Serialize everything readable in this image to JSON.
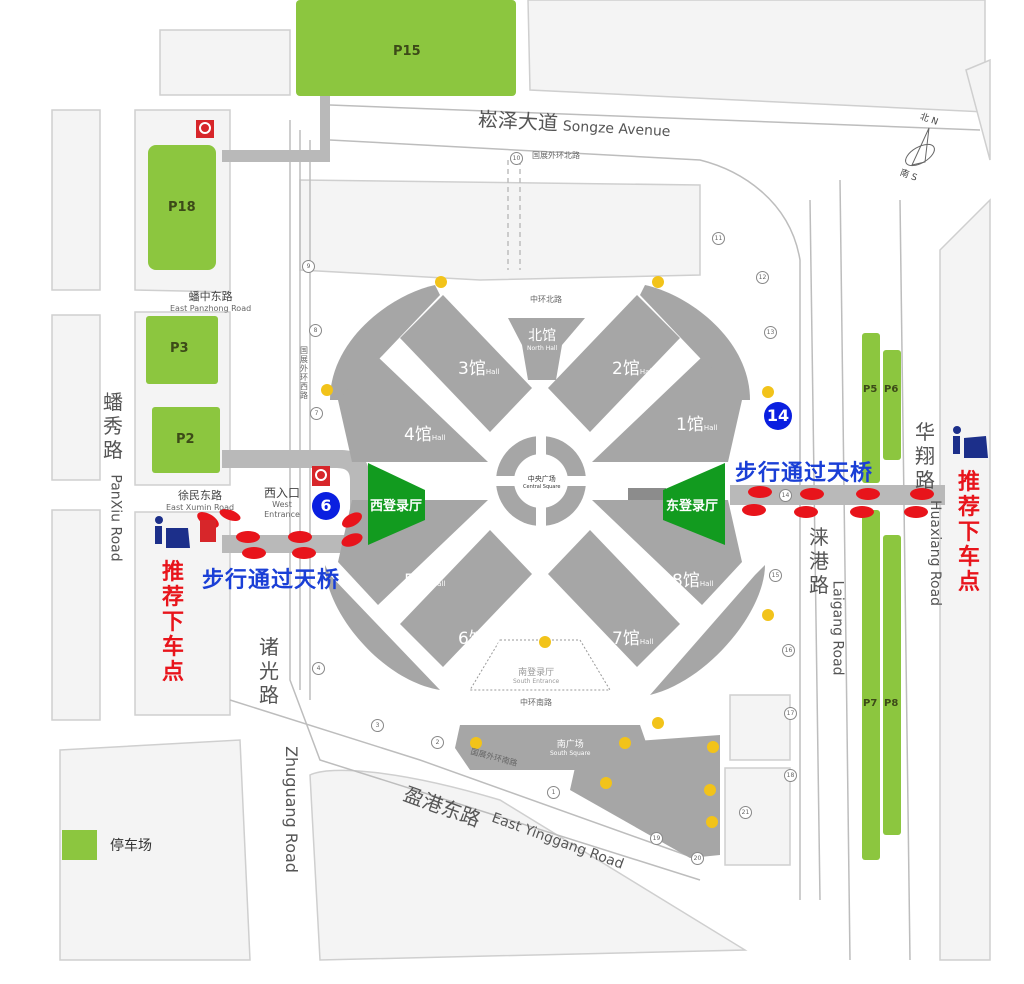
{
  "parking": {
    "p15": "P15",
    "p18": "P18",
    "p3": "P3",
    "p2": "P2",
    "p5": "P5",
    "p6": "P6",
    "p7": "P7",
    "p8": "P8"
  },
  "roads": {
    "songze_cn": "崧泽大道",
    "songze_en": "Songze Avenue",
    "panxiu_cn": "蟠秀路",
    "panxiu_en": "PanXiu Road",
    "zhuguang_cn": "诸光路",
    "zhuguang_en": "Zhuguang Road",
    "laigang_cn": "涞港路",
    "laigang_en": "Laigang Road",
    "huaxiang_cn": "华翔路",
    "huaxiang_en": "Huaxiang Road",
    "yinggang_cn": "盈港东路",
    "yinggang_en": "East Yinggang Road",
    "panzhong_cn": "蟠中东路",
    "panzhong_en": "East Panzhong Road",
    "xumin_cn": "徐民东路",
    "xumin_en": "East Xumin Road",
    "outer_north": "国展外环北路",
    "outer_south": "国展外环南路",
    "outer_west": "国展外环西路",
    "middle_north": "中环北路",
    "middle_south": "中环南路"
  },
  "halls": {
    "h1": "1馆",
    "h2": "2馆",
    "h3": "3馆",
    "h4": "4馆",
    "h5": "5馆",
    "h6": "6馆",
    "h7": "7馆",
    "h8": "8馆",
    "hall_en": "Hall",
    "north_cn": "北馆",
    "north_en": "North Hall",
    "central_cn": "中央广场",
    "central_en": "Central Square",
    "south_entrance_cn": "南登录厅",
    "south_entrance_en": "South Entrance",
    "south_square_cn": "南广场",
    "south_square_en": "South Square"
  },
  "entrances": {
    "west_hall": "西登录厅",
    "east_hall": "东登录厅",
    "west_entrance_cn": "西入口",
    "west_entrance_en": "West Entrance"
  },
  "gates": {
    "west": "6",
    "east": "14"
  },
  "annotations": {
    "walk_bridge": "步行通过天桥",
    "dropoff": "推荐下车点"
  },
  "compass": {
    "north": "北 N",
    "south": "南 S"
  },
  "road_markers": [
    "1",
    "2",
    "3",
    "4",
    "7",
    "8",
    "9",
    "10",
    "11",
    "12",
    "13",
    "14",
    "15",
    "16",
    "17",
    "18",
    "19",
    "20",
    "21"
  ],
  "legend": {
    "parking": "停车场"
  },
  "colors": {
    "parking": "#8cc63f",
    "entrance": "#129b1f",
    "hall": "#a6a6a6",
    "walk_text": "#1a3fd6",
    "dropoff_text": "#e8141b",
    "footprint": "#e8141b"
  }
}
